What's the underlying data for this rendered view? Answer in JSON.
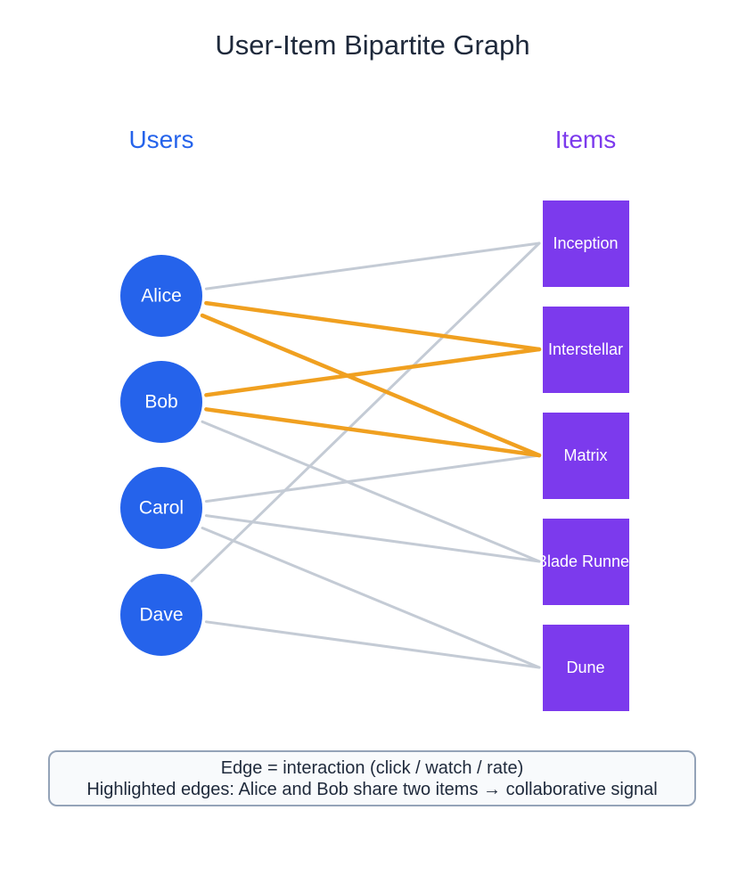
{
  "title": "User-Item Bipartite Graph",
  "users_header": "Users",
  "items_header": "Items",
  "users": [
    {
      "id": "alice",
      "label": "Alice"
    },
    {
      "id": "bob",
      "label": "Bob"
    },
    {
      "id": "carol",
      "label": "Carol"
    },
    {
      "id": "dave",
      "label": "Dave"
    }
  ],
  "items": [
    {
      "id": "inception",
      "label": "Inception"
    },
    {
      "id": "interstellar",
      "label": "Interstellar"
    },
    {
      "id": "matrix",
      "label": "Matrix"
    },
    {
      "id": "blade-runner",
      "label": "Blade Runner"
    },
    {
      "id": "dune",
      "label": "Dune"
    }
  ],
  "edges": [
    {
      "user": "alice",
      "item": "inception",
      "highlight": false
    },
    {
      "user": "alice",
      "item": "interstellar",
      "highlight": true
    },
    {
      "user": "alice",
      "item": "matrix",
      "highlight": true
    },
    {
      "user": "bob",
      "item": "interstellar",
      "highlight": true
    },
    {
      "user": "bob",
      "item": "matrix",
      "highlight": true
    },
    {
      "user": "bob",
      "item": "blade-runner",
      "highlight": false
    },
    {
      "user": "carol",
      "item": "matrix",
      "highlight": false
    },
    {
      "user": "carol",
      "item": "blade-runner",
      "highlight": false
    },
    {
      "user": "carol",
      "item": "dune",
      "highlight": false
    },
    {
      "user": "dave",
      "item": "inception",
      "highlight": false
    },
    {
      "user": "dave",
      "item": "dune",
      "highlight": false
    }
  ],
  "caption": {
    "line1": "Edge = interaction (click / watch / rate)",
    "line2": "Highlighted edges: Alice and Bob share two items → collaborative signal"
  },
  "colors": {
    "title": "#1e293b",
    "users_header": "#2563eb",
    "items_header": "#7c3aed",
    "user_node": "#2563eb",
    "item_node": "#7c3aed",
    "edge": "#c4cbd5",
    "highlight_edge": "#f0a020",
    "node_text": "#ffffff"
  }
}
